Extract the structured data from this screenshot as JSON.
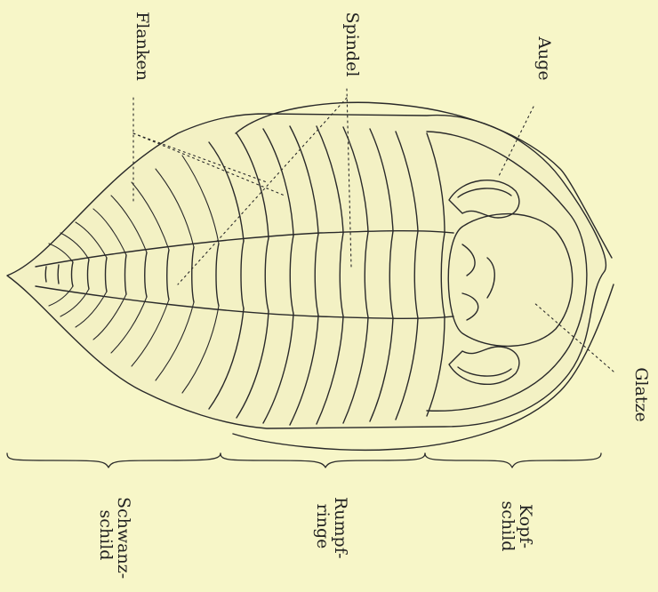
{
  "labels": {
    "flanken": "Flanken",
    "spindel": "Spindel",
    "auge": "Auge",
    "glatze": "Glatze",
    "kopfschild": [
      "Kopf-",
      "schild"
    ],
    "rumpfringe": [
      "Rumpf-",
      "ringe"
    ],
    "schwanzschild": [
      "Schwanz-",
      "schild"
    ]
  },
  "colors": {
    "background": "#f7f6c8",
    "ink": "#2a2a2a",
    "fill": "#f3f1c4"
  }
}
